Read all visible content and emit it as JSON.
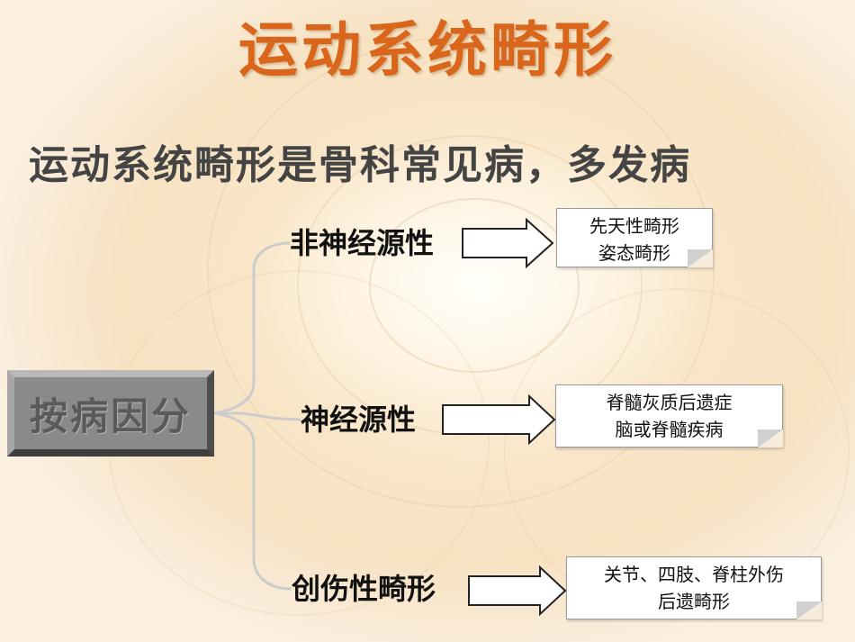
{
  "slide": {
    "title": "运动系统畸形",
    "subtitle": "运动系统畸形是骨科常见病，多发病",
    "root_label": "按病因分",
    "branches": [
      {
        "label": "非神经源性",
        "notes": [
          "先天性畸形",
          "姿态畸形"
        ]
      },
      {
        "label": "神经源性",
        "notes": [
          "脊髓灰质后遗症",
          "脑或脊髓疾病"
        ]
      },
      {
        "label": "创伤性畸形",
        "notes": [
          "关节、四肢、脊柱外伤",
          "后遗畸形"
        ]
      }
    ]
  },
  "colors": {
    "title": "#d9661a",
    "subtitle": "#444444",
    "root_box": "#8a8a8a",
    "connector": "#c8c8c8"
  }
}
